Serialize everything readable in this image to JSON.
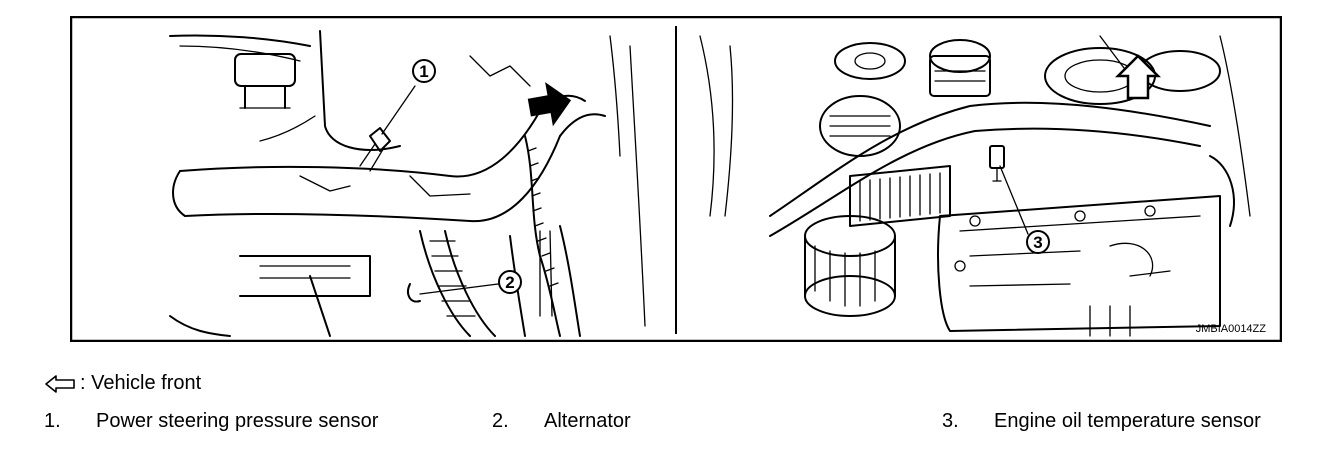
{
  "figure": {
    "image_code": "JMBIA0014ZZ",
    "callouts": [
      "1",
      "2",
      "3"
    ]
  },
  "legend": {
    "front_arrow_icon": "hollow-left-arrow-icon",
    "front_text": ": Vehicle front"
  },
  "parts": [
    {
      "number": "1.",
      "name": "Power steering pressure sensor"
    },
    {
      "number": "2.",
      "name": "Alternator"
    },
    {
      "number": "3.",
      "name": "Engine oil temperature sensor"
    }
  ]
}
